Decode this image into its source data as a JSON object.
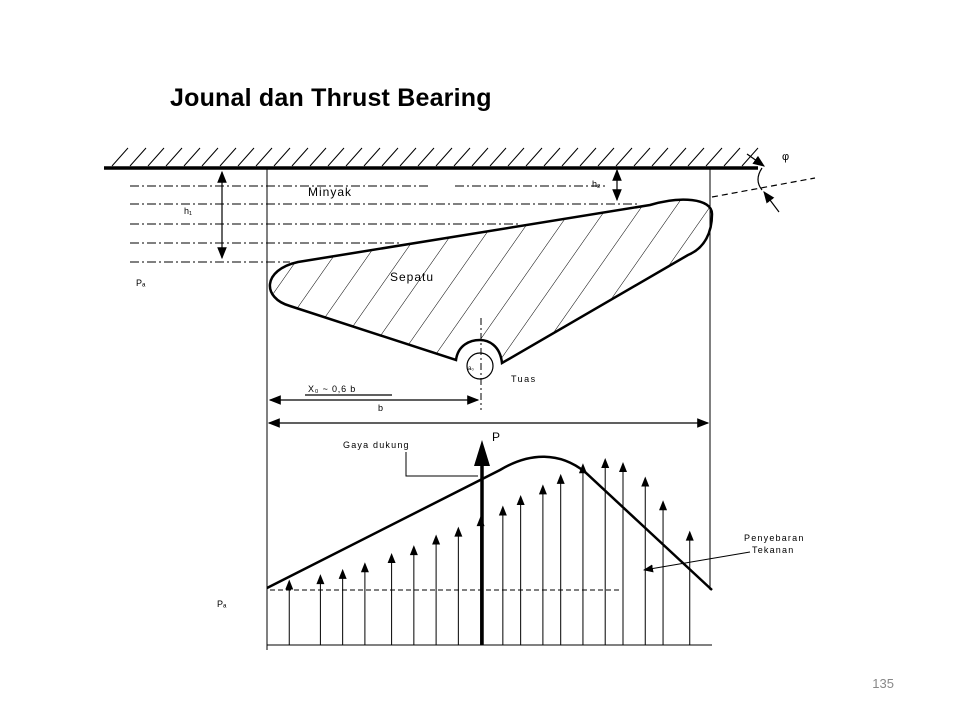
{
  "slide": {
    "title": "Jounal dan Thrust Bearing",
    "page_number": "135"
  },
  "labels": {
    "phi": "φ",
    "h2": "h₂",
    "h1": "h₁",
    "minyak": "Minyak",
    "pa_top": "Pₐ",
    "sepatu": "Sepatu",
    "pivot": "a₀",
    "tuas": "Tuas",
    "x0": "X₀ ~ 0,6 b",
    "b": "b",
    "p_force": "P",
    "gaya_dukung": "Gaya dukung",
    "penyebaran_1": "Penyebaran",
    "penyebaran_2": "Tekanan",
    "pa_bottom": "Pₐ"
  },
  "pressure_distribution": {
    "description_units": "relative pressure (0 = ambient Pa line, 1 = max)",
    "x_fraction": [
      0.05,
      0.12,
      0.17,
      0.22,
      0.28,
      0.33,
      0.38,
      0.43,
      0.48,
      0.53,
      0.57,
      0.62,
      0.66,
      0.71,
      0.76,
      0.8,
      0.85,
      0.89,
      0.95
    ],
    "values": [
      0.08,
      0.12,
      0.16,
      0.21,
      0.28,
      0.34,
      0.42,
      0.48,
      0.56,
      0.64,
      0.72,
      0.8,
      0.88,
      0.96,
      1.0,
      0.97,
      0.86,
      0.68,
      0.45
    ]
  }
}
